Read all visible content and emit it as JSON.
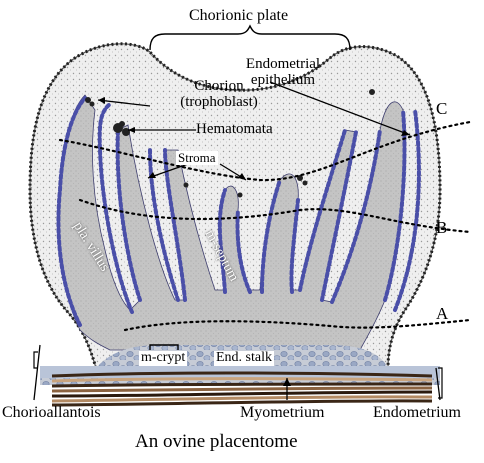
{
  "labels": {
    "chorionic_plate": "Chorionic plate",
    "endometrial_epithelium_1": "Endometrial",
    "endometrial_epithelium_2": "epithelium",
    "chorion_1": "Chorion",
    "chorion_2": "(trophoblast)",
    "hematomata": "Hematomata",
    "stroma": "Stroma",
    "pla_villus": "pla. villus",
    "m_septum": "m-septum",
    "m_crypt": "m-crypt",
    "end_stalk": "End. stalk",
    "level_c": "C",
    "level_b": "B",
    "level_a": "A",
    "chorioallantois": "Chorioallantois",
    "myometrium": "Myometrium",
    "endometrium": "Endometrium",
    "caption": "An ovine placentome"
  },
  "colors": {
    "tissue_gray": "#c8c8c8",
    "stroma_light": "#eeeeee",
    "nuclei_blue": "#5a5fb0",
    "myometrium_brown": "#6b4a2f",
    "line_black": "#000000"
  }
}
